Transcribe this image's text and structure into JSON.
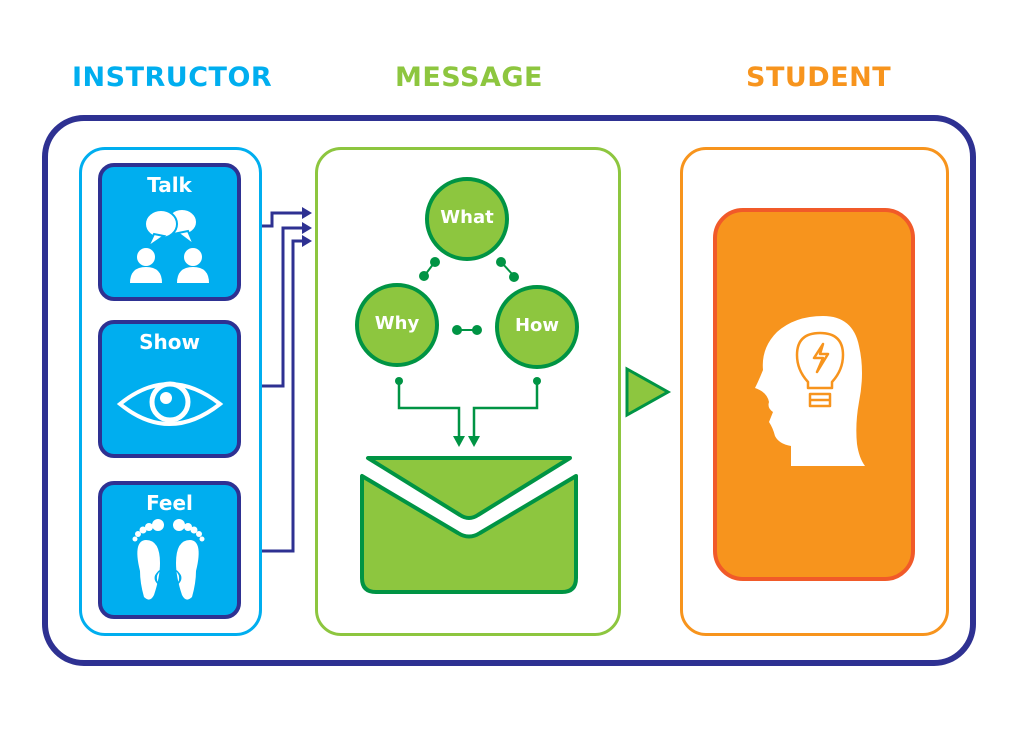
{
  "headings": {
    "instructor": "INSTRUCTOR",
    "message": "MESSAGE",
    "student": "STUDENT"
  },
  "instructor": {
    "tiles": [
      {
        "label": "Talk",
        "icon": "conversation-icon"
      },
      {
        "label": "Show",
        "icon": "eye-icon"
      },
      {
        "label": "Feel",
        "icon": "footprints-icon"
      }
    ]
  },
  "message": {
    "nodes": [
      {
        "label": "What"
      },
      {
        "label": "Why"
      },
      {
        "label": "How"
      }
    ],
    "output_icon": "envelope-icon"
  },
  "student": {
    "icon": "head-lightbulb-icon"
  },
  "colors": {
    "instructor": "#00aeef",
    "message": "#8dc63f",
    "message_dark": "#009444",
    "student": "#f7941d",
    "student_dark": "#f15a29",
    "frame": "#2e3192"
  }
}
